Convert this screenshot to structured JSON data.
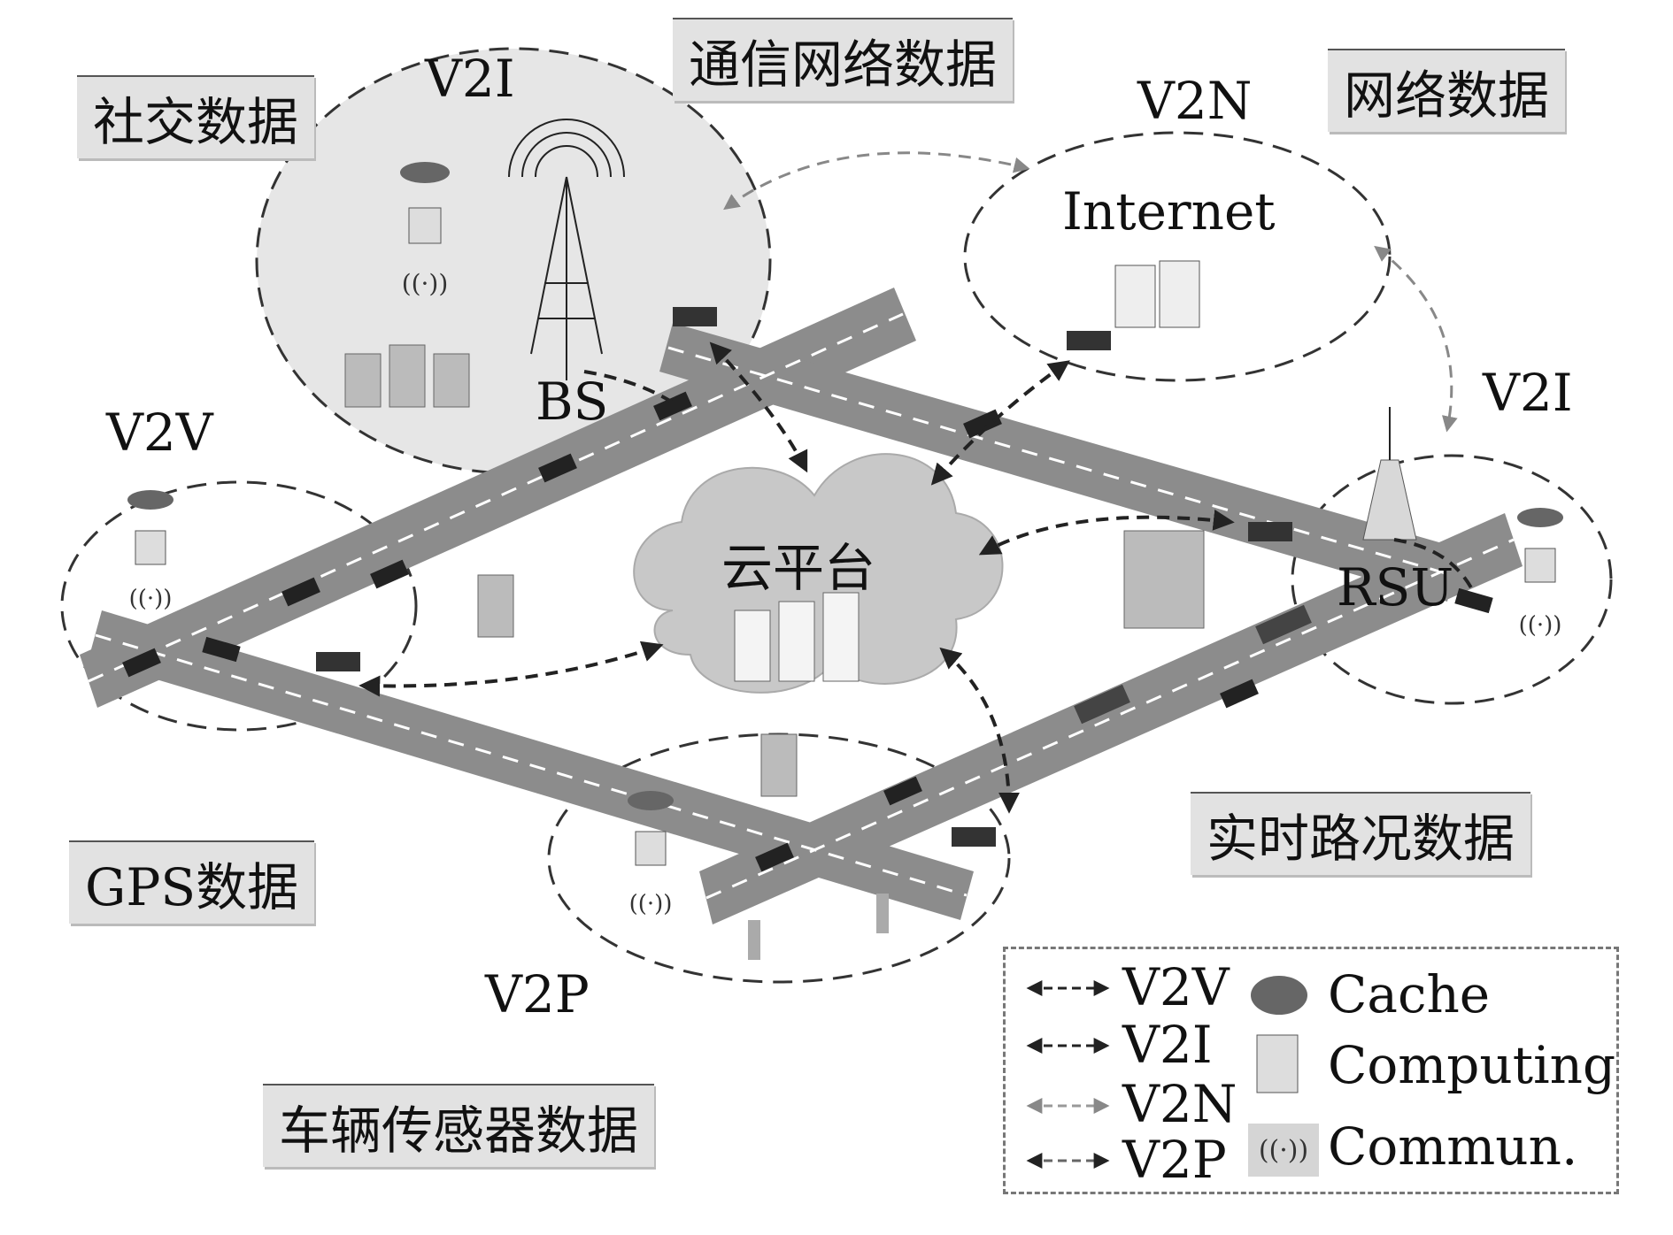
{
  "tags": {
    "social": "社交数据",
    "comm_network": "通信网络数据",
    "network": "网络数据",
    "gps": "GPS数据",
    "realtime": "实时路况数据",
    "vehicle_sensor": "车辆传感器数据"
  },
  "nodes": {
    "v2i_top": "V2I",
    "v2n": "V2N",
    "v2i_right": "V2I",
    "v2v": "V2V",
    "v2p": "V2P",
    "bs": "BS",
    "internet": "Internet",
    "rsu": "RSU",
    "cloud": "云平台"
  },
  "legend": {
    "links": [
      "V2V",
      "V2I",
      "V2N",
      "V2P"
    ],
    "cache": "Cache",
    "computing": "Computing",
    "commun": "Commun."
  }
}
